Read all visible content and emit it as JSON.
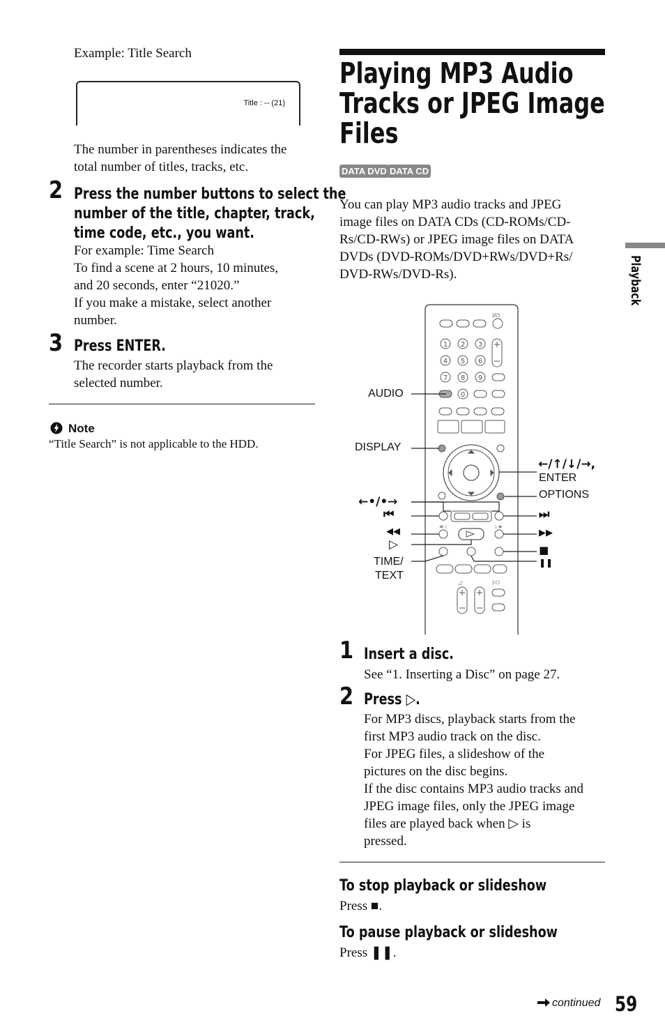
{
  "left": {
    "example_label": "Example: Title Search",
    "osd_text": "Title : -- (21)",
    "paren_note_1": "The number in parentheses indicates the",
    "paren_note_2": "total number of titles, tracks, etc.",
    "step2": {
      "num": "2",
      "head_1": "Press the number buttons to select the",
      "head_2": "number of the title, chapter, track,",
      "head_3": "time code, etc., you want.",
      "body": [
        "For example: Time Search",
        "To find a scene at 2 hours, 10 minutes,",
        "and 20 seconds, enter “21020.”",
        "If you make a mistake, select another",
        "number."
      ]
    },
    "step3": {
      "num": "3",
      "head": "Press ENTER.",
      "body": [
        "The recorder starts playback from the",
        "selected number."
      ]
    },
    "note_title": "Note",
    "note_text": "“Title Search” is not applicable to the HDD."
  },
  "right": {
    "title_1": "Playing MP3 Audio",
    "title_2": "Tracks or JPEG Image",
    "title_3": "Files",
    "badge_dvd": "DATA DVD",
    "badge_cd": "DATA CD",
    "intro": [
      "You can play MP3 audio tracks and JPEG",
      "image files on DATA CDs (CD-ROMs/CD-",
      "Rs/CD-RWs) or JPEG image files on DATA",
      "DVDs (DVD-ROMs/DVD+RWs/DVD+Rs/",
      "DVD-RWs/DVD-Rs)."
    ],
    "remote_labels": {
      "audio": "AUDIO",
      "display": "DISPLAY",
      "arrows": "←/↑/↓/→,",
      "enter": "ENTER",
      "options": "OPTIONS",
      "replay_advance": "←•/•→",
      "prev": "⏮",
      "rew": "◀◀",
      "play": "▷",
      "time": "TIME/",
      "text": "TEXT",
      "next": "⏭",
      "ff": "▶▶",
      "stop": "■",
      "pause": "❚❚"
    },
    "step1": {
      "num": "1",
      "head": "Insert a disc.",
      "body": "See “1. Inserting a Disc” on page 27."
    },
    "step2": {
      "num": "2",
      "head": "Press ▷.",
      "body": [
        "For MP3 discs, playback starts from the",
        "first MP3 audio track on the disc.",
        "For JPEG files, a slideshow of the",
        "pictures on the disc begins.",
        "If the disc contains MP3 audio tracks and",
        "JPEG image files, only the JPEG image",
        "files are played back when ▷ is",
        "pressed."
      ]
    },
    "stop_head": "To stop playback or slideshow",
    "stop_text": "Press ■.",
    "pause_head": "To pause playback or slideshow",
    "pause_text": "Press ❚❚."
  },
  "side_tab": "Playback",
  "footer": {
    "continued": "continued",
    "page_number": "59"
  }
}
